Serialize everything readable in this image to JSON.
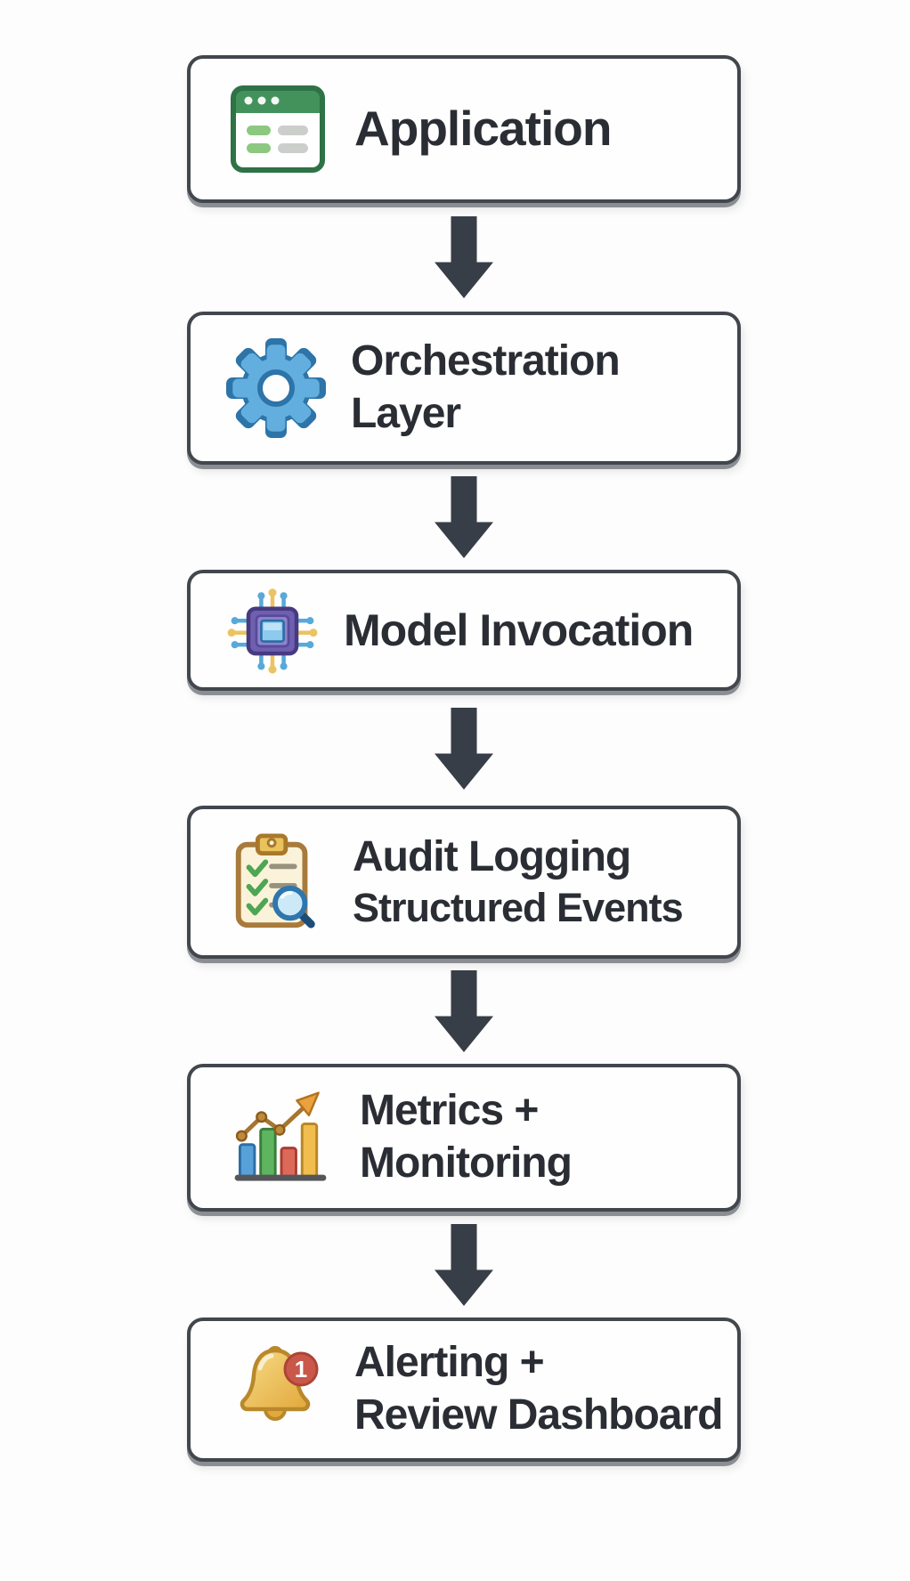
{
  "flowchart": {
    "steps": [
      {
        "id": "application",
        "icon": "browser-window-icon",
        "lines": [
          "Application"
        ]
      },
      {
        "id": "orchestration-layer",
        "icon": "gear-icon",
        "lines": [
          "Orchestration",
          "Layer"
        ]
      },
      {
        "id": "model-invocation",
        "icon": "chip-icon",
        "lines": [
          "Model Invocation"
        ]
      },
      {
        "id": "audit-logging",
        "icon": "clipboard-search-icon",
        "lines": [
          "Audit Logging",
          "Structured Events"
        ]
      },
      {
        "id": "metrics-monitoring",
        "icon": "bar-chart-icon",
        "lines": [
          "Metrics +",
          "Monitoring"
        ]
      },
      {
        "id": "alerting-review",
        "icon": "bell-icon",
        "lines": [
          "Alerting +",
          "Review Dashboard"
        ]
      }
    ],
    "bell_badge_count": "1",
    "colors": {
      "box_border": "#42474e",
      "box_background": "#fefefe",
      "arrow": "#383e47",
      "text": "#2a2e34",
      "browser_green": "#43925c",
      "gear_blue": "#62aede",
      "chip_purple": "#6f5fae",
      "clipboard_gold": "#eac25e",
      "bar_blue": "#58a0d8",
      "bar_green": "#5fb45f",
      "bar_red": "#dc6a5a",
      "bar_amber": "#f0bd4e",
      "bell_gold": "#eec25f",
      "badge_red": "#c9584a"
    }
  }
}
